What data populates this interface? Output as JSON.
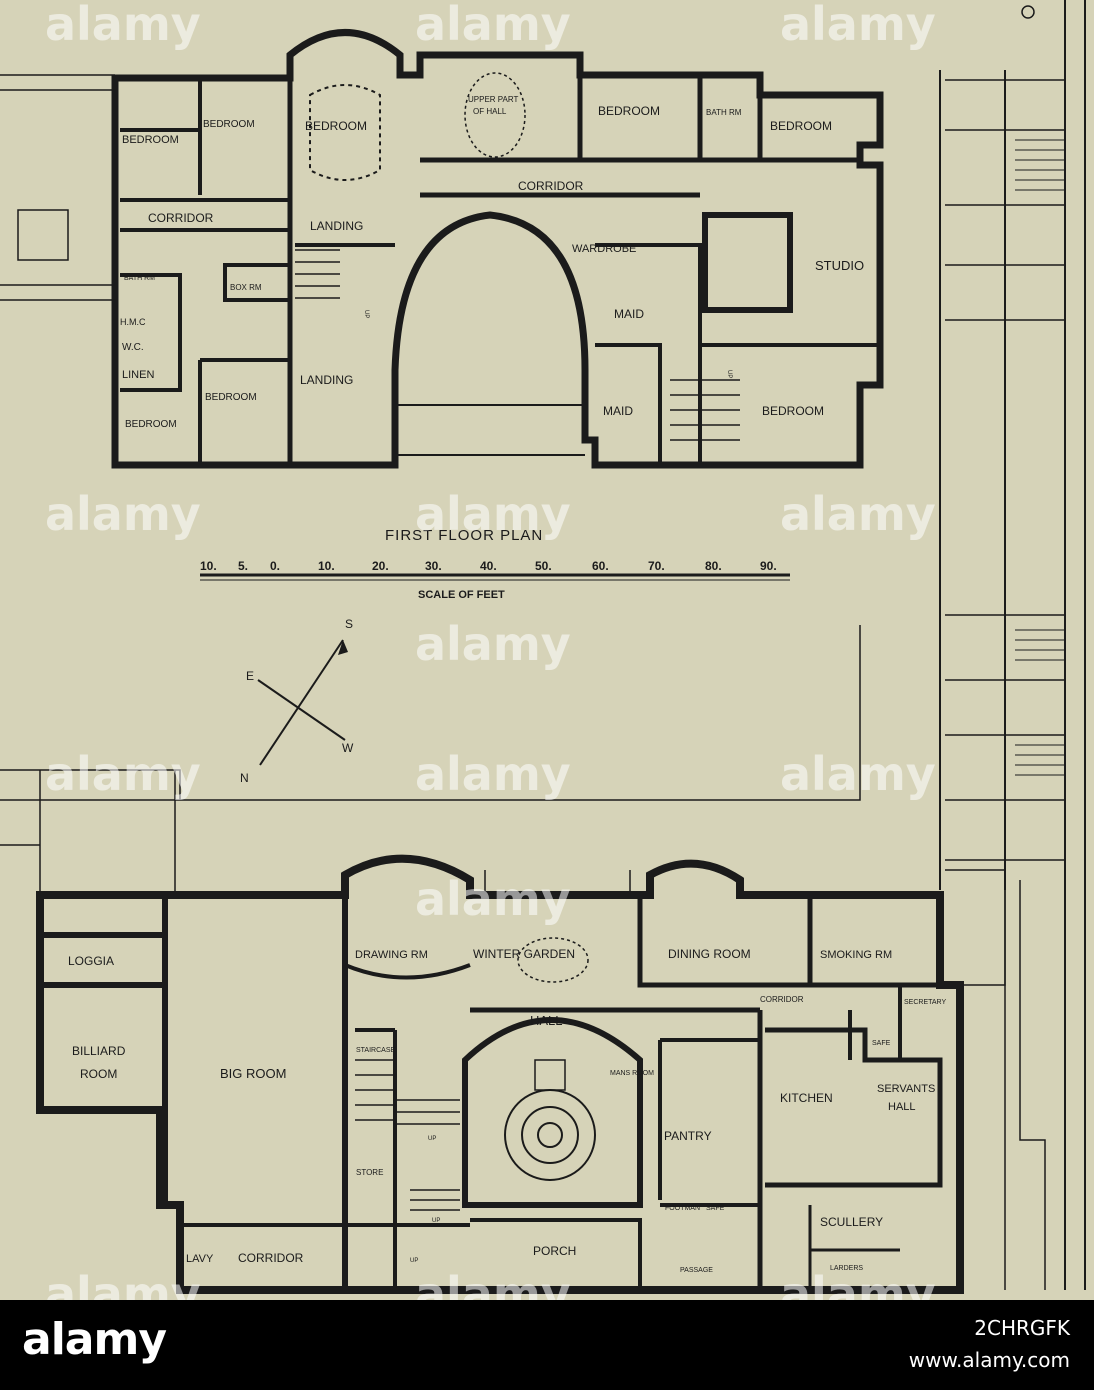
{
  "title": "FIRST FLOOR PLAN",
  "scale": {
    "ticks": [
      "10.",
      "5.",
      "0.",
      "10.",
      "20.",
      "30.",
      "40.",
      "50.",
      "60.",
      "70.",
      "80.",
      "90."
    ],
    "caption": "SCALE OF FEET"
  },
  "compass": {
    "n": "N",
    "s": "S",
    "e": "E",
    "w": "W"
  },
  "first_floor_rooms": [
    "BEDROOM",
    "BEDROOM",
    "BEDROOM",
    "UPPER PART",
    "OF HALL",
    "BEDROOM",
    "BATH RM",
    "BEDROOM",
    "CORRIDOR",
    "CORRIDOR",
    "LANDING",
    "WARDROBE",
    "STUDIO",
    "BATH RM",
    "BOX RM",
    "H.M.C",
    "W.C.",
    "LINEN",
    "MAID",
    "BEDROOM",
    "LANDING",
    "MAID",
    "BEDROOM",
    "BEDROOM",
    "UP",
    "UP"
  ],
  "ground_floor_rooms": [
    "LOGGIA",
    "DRAWING RM",
    "WINTER GARDEN",
    "DINING ROOM",
    "SMOKING RM",
    "HALL",
    "CORRIDOR",
    "SAFE",
    "SECRETARY",
    "BILLIARD",
    "ROOM",
    "BIG ROOM",
    "STAIRCASE",
    "MANS ROOM",
    "KITCHEN",
    "SERVANTS",
    "HALL",
    "PANTRY",
    "STORE",
    "FOOTMAN",
    "SAFE",
    "SCULLERY",
    "LAVY",
    "CORRIDOR",
    "PORCH",
    "PASSAGE",
    "LARDERS",
    "UP",
    "UP",
    "UP"
  ],
  "watermark": "alamy",
  "footer": {
    "image_id": "2CHRGFK",
    "site": "www.alamy.com"
  }
}
